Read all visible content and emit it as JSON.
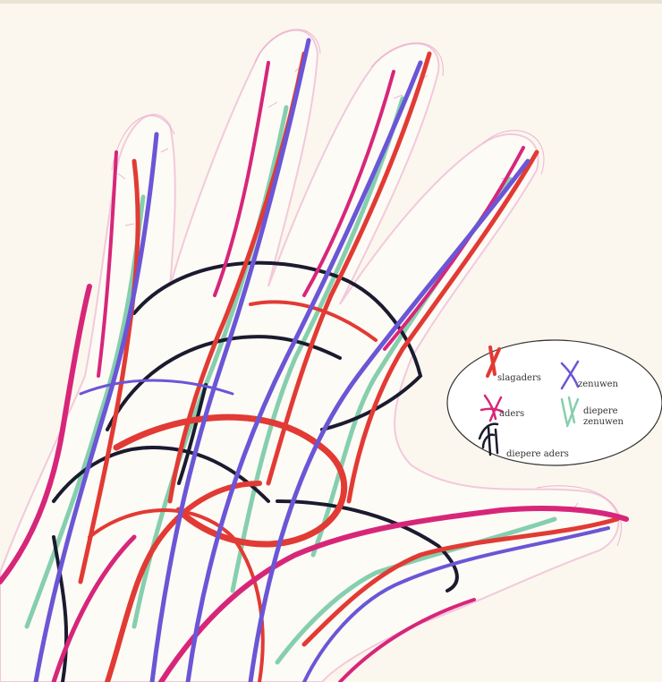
{
  "colors": {
    "background": "#fbf7ee",
    "artery": "#e23a34",
    "vein": "#d7267a",
    "nerve": "#6a56d6",
    "deep_nerve": "#86cfae",
    "deep_vein": "#1b1b2f",
    "capillary": "#e9a6c8"
  },
  "legend": {
    "items": [
      {
        "key": "artery",
        "label": "slagaders",
        "icon": "artery-swatch-icon"
      },
      {
        "key": "nerve",
        "label": "zenuwen",
        "icon": "nerve-swatch-icon"
      },
      {
        "key": "vein",
        "label": "aders",
        "icon": "vein-swatch-icon"
      },
      {
        "key": "deep_nerve",
        "label_line1": "diepere",
        "label_line2": "zenuwen",
        "icon": "deep-nerve-swatch-icon"
      },
      {
        "key": "deep_vein",
        "label": "diepere aders",
        "icon": "deep-vein-swatch-icon"
      }
    ]
  }
}
